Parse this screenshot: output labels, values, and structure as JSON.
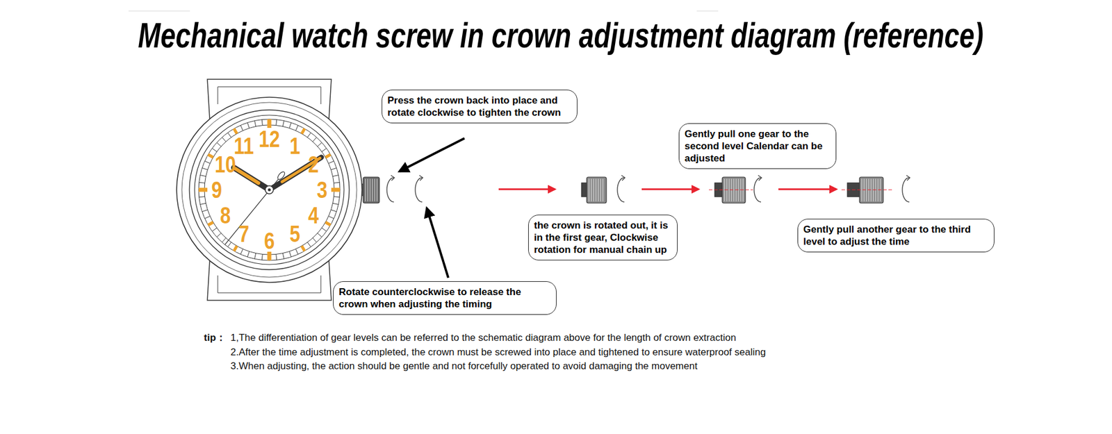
{
  "diagram": {
    "title": "Mechanical watch screw in crown adjustment diagram (reference)",
    "nodes": [
      {
        "text": [
          "Press the crown back into place and rotate clockwise to tighten the crown"
        ]
      },
      {
        "text": [
          "Rotate counterclockwise to release the crown when adjusting the timing"
        ]
      },
      {
        "text": [
          "the crown is rotated out, it is in the first gear, Clockwise rotation for manual chain up"
        ]
      },
      {
        "text": [
          "Gently pull one gear to the second level Calendar can be adjusted"
        ]
      },
      {
        "text": [
          "Gently pull another gear to the third level to adjust the time"
        ]
      }
    ],
    "labels": [
      "12",
      "1",
      "2",
      "3",
      "4",
      "5",
      "6",
      "7",
      "8",
      "9",
      "10",
      "11",
      "tip：",
      "1,The differentiation of gear levels can be referred to the schematic diagram above for the length of crown extraction",
      "2.After the time adjustment is completed, the crown must be screwed into place and tightened to ensure waterproof sealing",
      "3.When adjusting, the action should be gentle and not forcefully operated to avoid damaging the movement"
    ]
  }
}
